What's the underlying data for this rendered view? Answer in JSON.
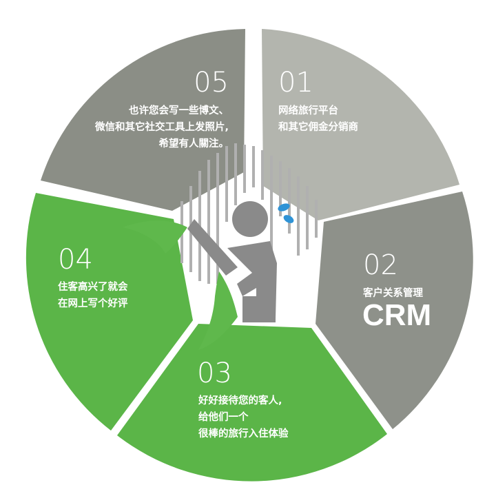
{
  "segments": [
    {
      "number": "01",
      "lines": [
        "网络旅行平台",
        "和其它佣金分销商"
      ],
      "color": "#b3b5ae"
    },
    {
      "number": "02",
      "lines": [
        "客户关系管理"
      ],
      "emphasis": "CRM",
      "color": "#8e918a"
    },
    {
      "number": "03",
      "lines": [
        "好好接待您的客人,",
        "给他们一个",
        "很棒的旅行入住体验"
      ],
      "color": "#5bb548"
    },
    {
      "number": "04",
      "lines": [
        "住客高兴了就会",
        "在网上写个好评"
      ],
      "color": "#5bb548"
    },
    {
      "number": "05",
      "lines": [
        "也许您会写一些博文、",
        "微信和其它社交工具上发照片,",
        "希望有人關注。"
      ],
      "color": "#8b8e86"
    }
  ],
  "figure": {
    "body_color": "#8a8a8a",
    "drop_color": "#2f93d6",
    "stripe_color": "#b0b0b0"
  }
}
